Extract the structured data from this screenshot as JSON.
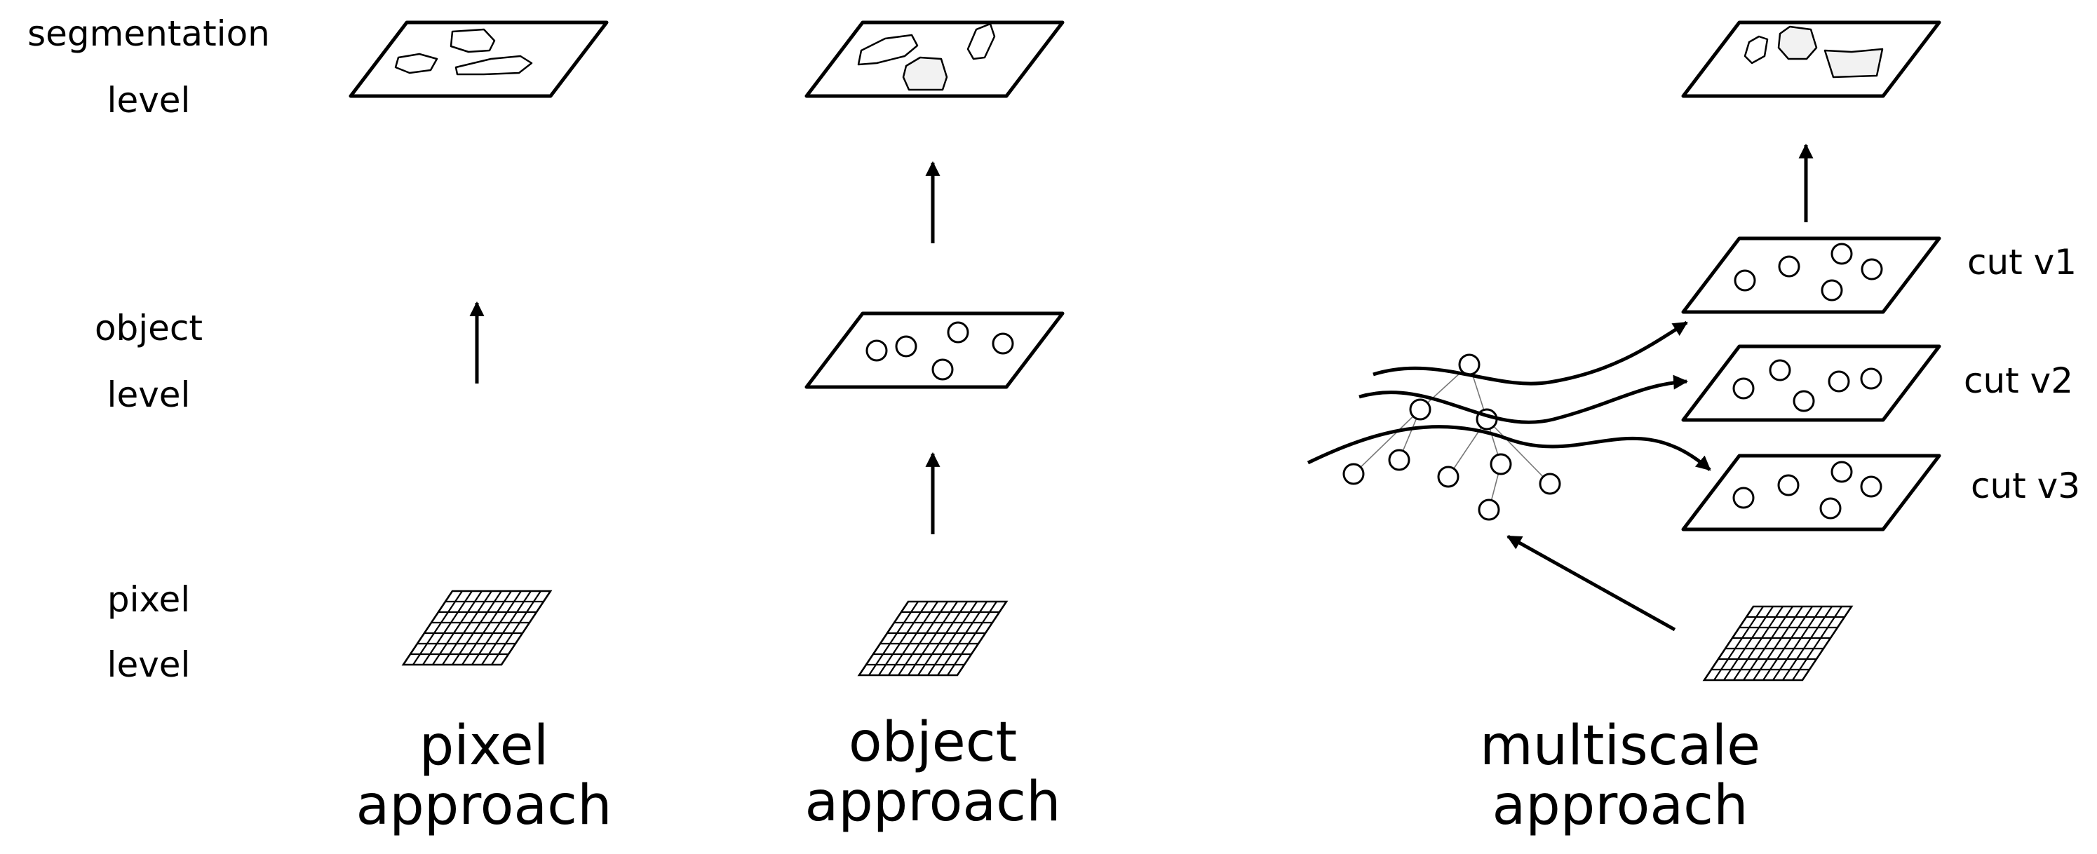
{
  "levels": {
    "segmentation": [
      "segmentation",
      "level"
    ],
    "object": [
      "object",
      "level"
    ],
    "pixel": [
      "pixel",
      "level"
    ]
  },
  "approaches": {
    "pixel": [
      "pixel",
      "approach"
    ],
    "object": [
      "object",
      "approach"
    ],
    "multiscale": [
      "multiscale",
      "approach"
    ]
  },
  "cuts": [
    "cut v1",
    "cut v2",
    "cut v3"
  ],
  "colors": {
    "stroke": "#000000",
    "fill": "#ffffff",
    "region_fill": "#f2f2f2",
    "tree_edge": "#777777"
  }
}
